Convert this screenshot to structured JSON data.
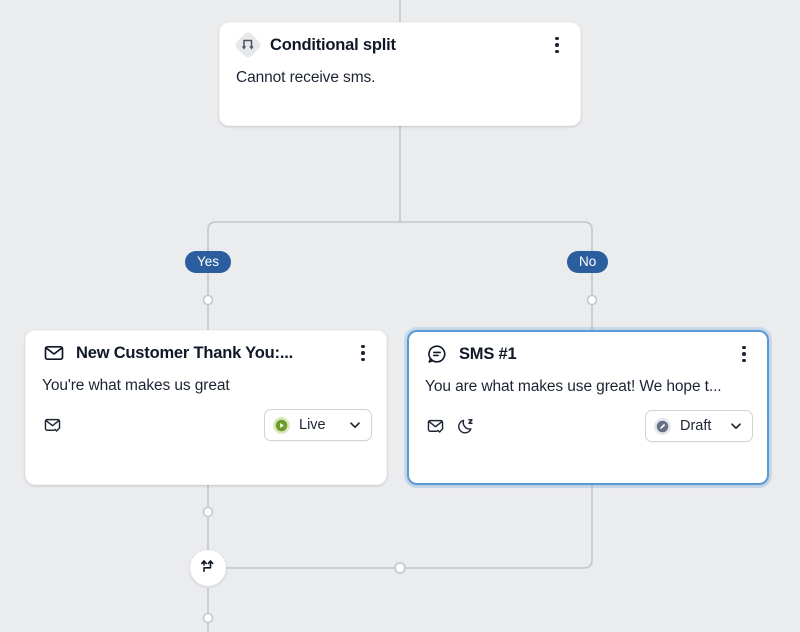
{
  "canvas": {
    "background_color": "#ebecee",
    "connector_color": "#c3c7cd"
  },
  "nodes": {
    "conditional_split": {
      "icon": "split-arrows-icon",
      "title": "Conditional split",
      "body": "Cannot receive sms.",
      "menu_icon": "kebab-menu-icon"
    },
    "email": {
      "icon": "envelope-icon",
      "title": "New Customer Thank You:...",
      "body": "You're what makes us great",
      "menu_icon": "kebab-menu-icon",
      "footer_icons": [
        "envelope-check-icon"
      ],
      "status": {
        "label": "Live",
        "state": "live",
        "indicator_icon": "play-circle-icon",
        "indicator_color": "#6f9b2d",
        "indicator_bg": "#dbe9bf",
        "chevron_icon": "chevron-down-icon"
      }
    },
    "sms": {
      "icon": "sms-bubble-icon",
      "title": "SMS #1",
      "body": "You are what makes use great! We hope t...",
      "menu_icon": "kebab-menu-icon",
      "selected": true,
      "selection_color": "#5b9bd5",
      "footer_icons": [
        "envelope-check-icon",
        "moon-quiet-hours-icon"
      ],
      "status": {
        "label": "Draft",
        "state": "draft",
        "indicator_icon": "pencil-circle-icon",
        "indicator_color": "#667085",
        "indicator_bg": "#e4e7ec",
        "chevron_icon": "chevron-down-icon"
      }
    },
    "merge": {
      "icon": "merge-arrows-icon"
    }
  },
  "branches": [
    {
      "label": "Yes",
      "color": "#2a5e9e"
    },
    {
      "label": "No",
      "color": "#2a5e9e"
    }
  ]
}
